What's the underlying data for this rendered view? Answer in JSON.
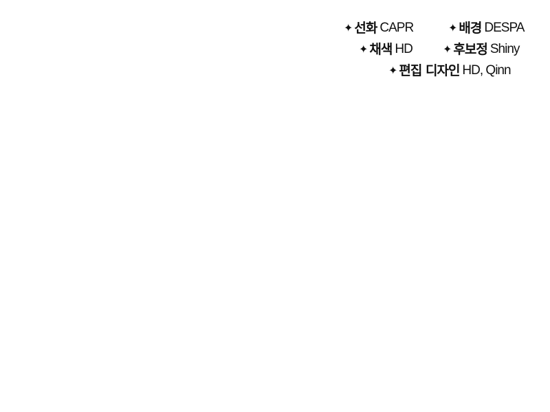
{
  "credits": [
    {
      "symbol": "✦",
      "role": "선화",
      "name": "CAPR"
    },
    {
      "symbol": "✦",
      "role": "배경",
      "name": "DESPA"
    },
    {
      "symbol": "✦",
      "role": "채색",
      "name": "HD"
    },
    {
      "symbol": "✦",
      "role": "후보정",
      "name": "Shiny"
    },
    {
      "symbol": "✦",
      "role": "편집 디자인",
      "name": "HD, Qinn"
    }
  ]
}
